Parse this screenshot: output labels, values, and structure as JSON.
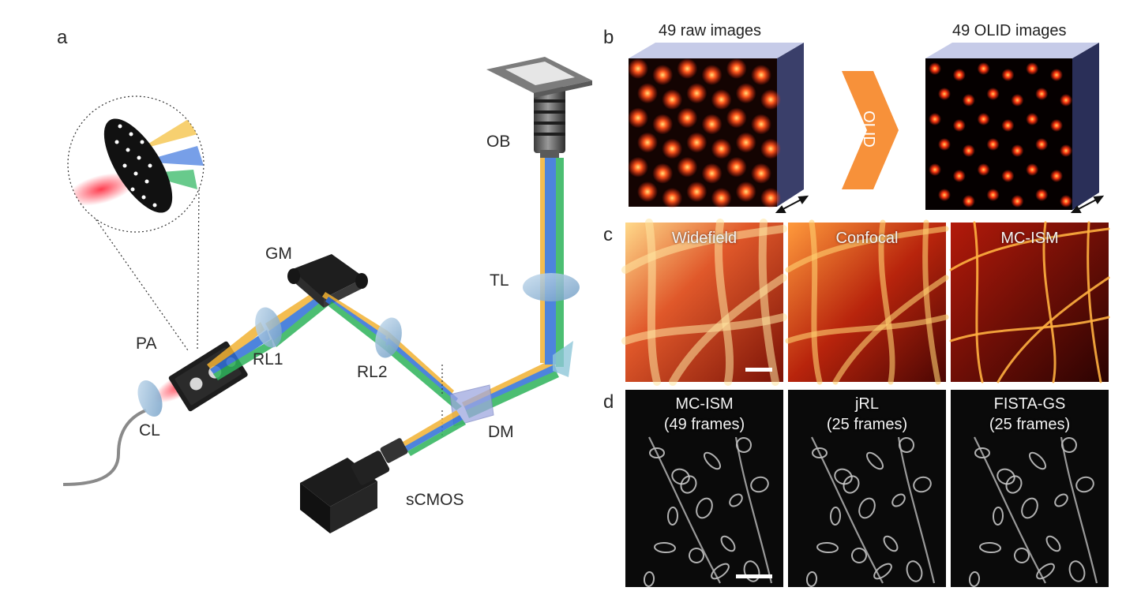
{
  "panel_a": {
    "letter": "a",
    "components": {
      "pa": "PA",
      "cl": "CL",
      "rl1": "RL1",
      "gm": "GM",
      "rl2": "RL2",
      "dm": "DM",
      "tl": "TL",
      "ob": "OB",
      "scmos": "sCMOS"
    }
  },
  "panel_b": {
    "letter": "b",
    "raw_caption": "49 raw images",
    "olid_caption": "49 OLID images",
    "arrow_label": "OLID"
  },
  "panel_c": {
    "letter": "c",
    "tiles": [
      "Widefield",
      "Confocal",
      "MC-ISM"
    ]
  },
  "panel_d": {
    "letter": "d",
    "tiles": [
      {
        "line1": "MC-ISM",
        "line2": "(49 frames)"
      },
      {
        "line1": "jRL",
        "line2": "(25 frames)"
      },
      {
        "line1": "FISTA-GS",
        "line2": "(25 frames)"
      }
    ]
  },
  "colors": {
    "beam_yellow": "#f2b233",
    "beam_blue": "#2f6fd8",
    "beam_green": "#2db35a",
    "beam_red": "#ff3d4f",
    "olid_arrow": "#f7913a",
    "lens": "#8fb6d6"
  }
}
